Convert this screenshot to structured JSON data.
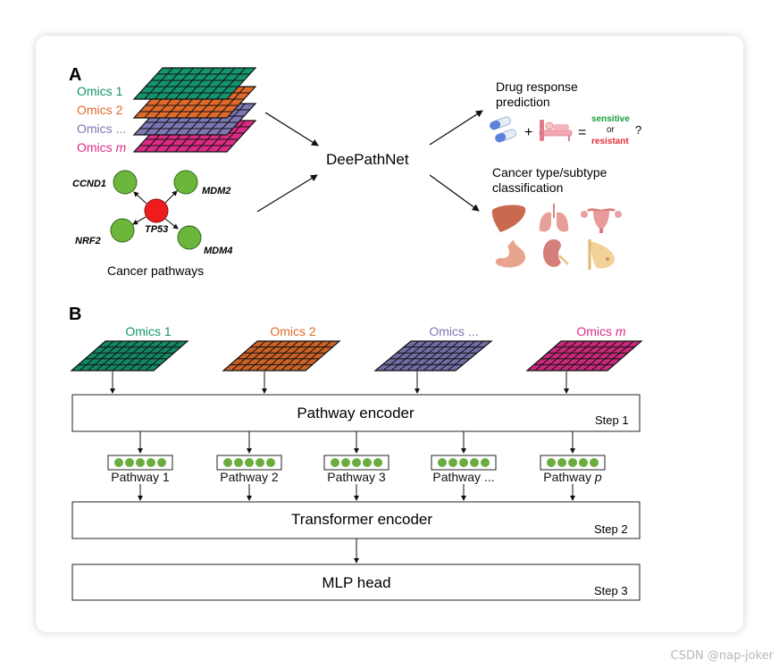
{
  "panel_a": {
    "label": "A",
    "omics": [
      {
        "prefix": "Omics ",
        "suffix": "1",
        "italic": false,
        "color": "#14946e"
      },
      {
        "prefix": "Omics ",
        "suffix": "2",
        "italic": false,
        "color": "#df6a2a"
      },
      {
        "prefix": "Omics ",
        "suffix": "...",
        "italic": false,
        "color": "#7b78b3"
      },
      {
        "prefix": "Omics ",
        "suffix": "m",
        "italic": true,
        "color": "#dc2b85"
      }
    ],
    "center_label": "DeePathNet",
    "genes": {
      "center": "TP53",
      "top_left": "CCND1",
      "top_right": "MDM2",
      "bottom_left": "NRF2",
      "bottom_right": "MDM4"
    },
    "pathways_caption": "Cancer pathways",
    "drug": {
      "title_line1": "Drug response",
      "title_line2": "prediction",
      "plus": "+",
      "equals": "=",
      "sensitive": "sensitive",
      "or": "or",
      "resistant": "resistant",
      "question": "?",
      "sensitive_color": "#1a9e3a",
      "resistant_color": "#e0303a"
    },
    "cancer": {
      "line1": "Cancer type/subtype",
      "line2": "classification"
    },
    "organ_icons": [
      "liver-icon",
      "lungs-icon",
      "uterus-icon",
      "stomach-icon",
      "kidney-icon",
      "breast-icon"
    ]
  },
  "panel_b": {
    "label": "B",
    "omics": [
      {
        "prefix": "Omics ",
        "suffix": "1",
        "italic": false,
        "color": "#14946e"
      },
      {
        "prefix": "Omics ",
        "suffix": "2",
        "italic": false,
        "color": "#df6a2a"
      },
      {
        "prefix": "Omics ",
        "suffix": "...",
        "italic": false,
        "color": "#7b78b3"
      },
      {
        "prefix": "Omics ",
        "suffix": "m",
        "italic": true,
        "color": "#dc2b85"
      }
    ],
    "pathway_encoder": "Pathway encoder",
    "step1": "Step 1",
    "pathways": [
      {
        "prefix": "Pathway ",
        "suffix": "1",
        "italic": false
      },
      {
        "prefix": "Pathway ",
        "suffix": "2",
        "italic": false
      },
      {
        "prefix": "Pathway ",
        "suffix": "3",
        "italic": false
      },
      {
        "prefix": "Pathway ",
        "suffix": "...",
        "italic": false
      },
      {
        "prefix": "Pathway ",
        "suffix": "p",
        "italic": true
      }
    ],
    "transformer_encoder": "Transformer encoder",
    "step2": "Step 2",
    "mlp_head": "MLP head",
    "step3": "Step 3"
  },
  "watermark": "CSDN @nap-joker",
  "colors": {
    "node_green": "#6db63c",
    "node_red": "#ee1c1c",
    "dot_green": "#6aac3e"
  }
}
